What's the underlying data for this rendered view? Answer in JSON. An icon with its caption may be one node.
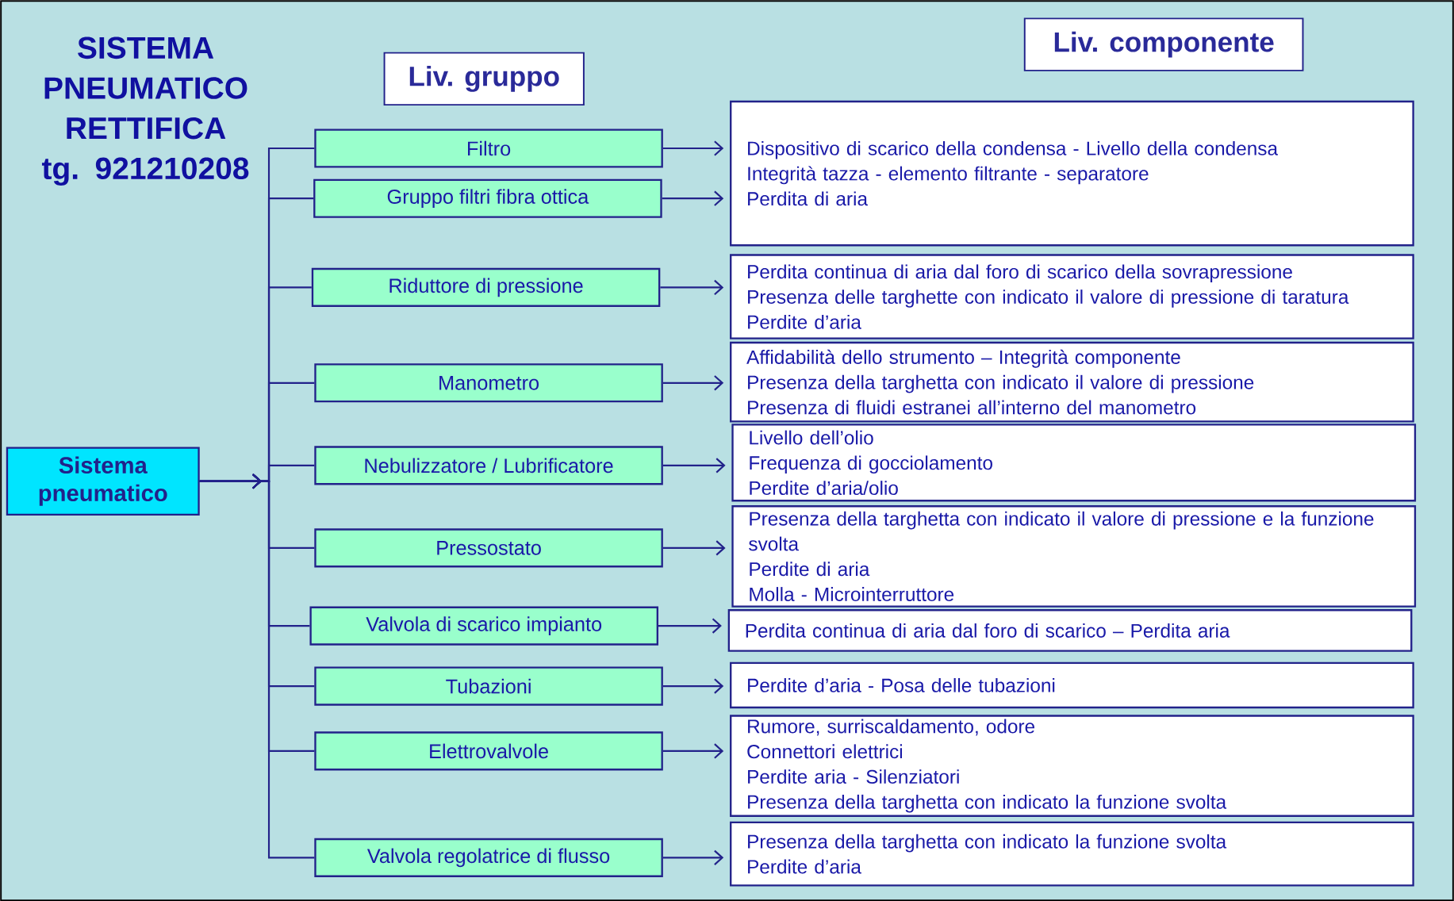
{
  "diagram": {
    "title": "SISTEMA PNEUMATICO RETTIFICA tg. 921210208",
    "nodes": [
      {
        "text": [
          "Liv. gruppo"
        ]
      },
      {
        "text": [
          "Liv. componente"
        ]
      },
      {
        "text": [
          "Sistema pneumatico"
        ]
      },
      {
        "text": [
          "Filtro"
        ]
      },
      {
        "text": [
          "Gruppo filtri fibra ottica"
        ]
      },
      {
        "text": [
          "Riduttore di pressione"
        ]
      },
      {
        "text": [
          "Manometro"
        ]
      },
      {
        "text": [
          "Nebulizzatore / Lubrificatore"
        ]
      },
      {
        "text": [
          "Pressostato"
        ]
      },
      {
        "text": [
          "Valvola di scarico impianto"
        ]
      },
      {
        "text": [
          "Tubazioni"
        ]
      },
      {
        "text": [
          "Elettrovalvole"
        ]
      },
      {
        "text": [
          "Valvola regolatrice di flusso"
        ]
      },
      {
        "text": [
          "Dispositivo di scarico della condensa - Livello della condensa",
          "Integrità tazza - elemento filtrante - separatore",
          "Perdita di aria"
        ]
      },
      {
        "text": [
          "Perdita continua di aria dal foro di scarico della sovrapressione",
          "Presenza delle targhette con indicato il valore di pressione di taratura",
          "Perdite d’aria"
        ]
      },
      {
        "text": [
          "Affidabilità dello strumento – Integrità componente",
          "Presenza della targhetta con indicato il valore di pressione",
          "Presenza di fluidi estranei all’interno del manometro"
        ]
      },
      {
        "text": [
          "Livello dell’olio",
          "Frequenza di gocciolamento",
          "Perdite d’aria/olio"
        ]
      },
      {
        "text": [
          "Presenza della targhetta con indicato il valore di pressione e la funzione svolta",
          "Perdite di aria",
          "Molla - Microinterruttore"
        ]
      },
      {
        "text": [
          "Perdita continua di aria dal foro di scarico – Perdita aria"
        ]
      },
      {
        "text": [
          "Perdite d’aria - Posa delle tubazioni"
        ]
      },
      {
        "text": [
          "Rumore, surriscaldamento, odore",
          "Connettori elettrici",
          "Perdite aria - Silenziatori",
          "Presenza della targhetta con indicato la funzione svolta"
        ]
      },
      {
        "text": [
          "Presenza della targhetta con indicato la funzione svolta",
          "Perdite d’aria"
        ]
      }
    ],
    "edges": [
      {
        "from": 2,
        "to": 3,
        "arrow": "to"
      },
      {
        "from": 2,
        "to": 4,
        "arrow": "to"
      },
      {
        "from": 2,
        "to": 5,
        "arrow": "to"
      },
      {
        "from": 2,
        "to": 6,
        "arrow": "to"
      },
      {
        "from": 2,
        "to": 7,
        "arrow": "to"
      },
      {
        "from": 2,
        "to": 8,
        "arrow": "to"
      },
      {
        "from": 2,
        "to": 9,
        "arrow": "to"
      },
      {
        "from": 2,
        "to": 10,
        "arrow": "to"
      },
      {
        "from": 2,
        "to": 11,
        "arrow": "to"
      },
      {
        "from": 2,
        "to": 12,
        "arrow": "to"
      },
      {
        "from": 3,
        "to": 13,
        "arrow": "to"
      },
      {
        "from": 4,
        "to": 13,
        "arrow": "to"
      },
      {
        "from": 5,
        "to": 14,
        "arrow": "to"
      },
      {
        "from": 6,
        "to": 15,
        "arrow": "to"
      },
      {
        "from": 7,
        "to": 16,
        "arrow": "to"
      },
      {
        "from": 8,
        "to": 17,
        "arrow": "to"
      },
      {
        "from": 9,
        "to": 18,
        "arrow": "to"
      },
      {
        "from": 10,
        "to": 19,
        "arrow": "to"
      },
      {
        "from": 11,
        "to": 20,
        "arrow": "to"
      },
      {
        "from": 12,
        "to": 21,
        "arrow": "to"
      }
    ]
  }
}
